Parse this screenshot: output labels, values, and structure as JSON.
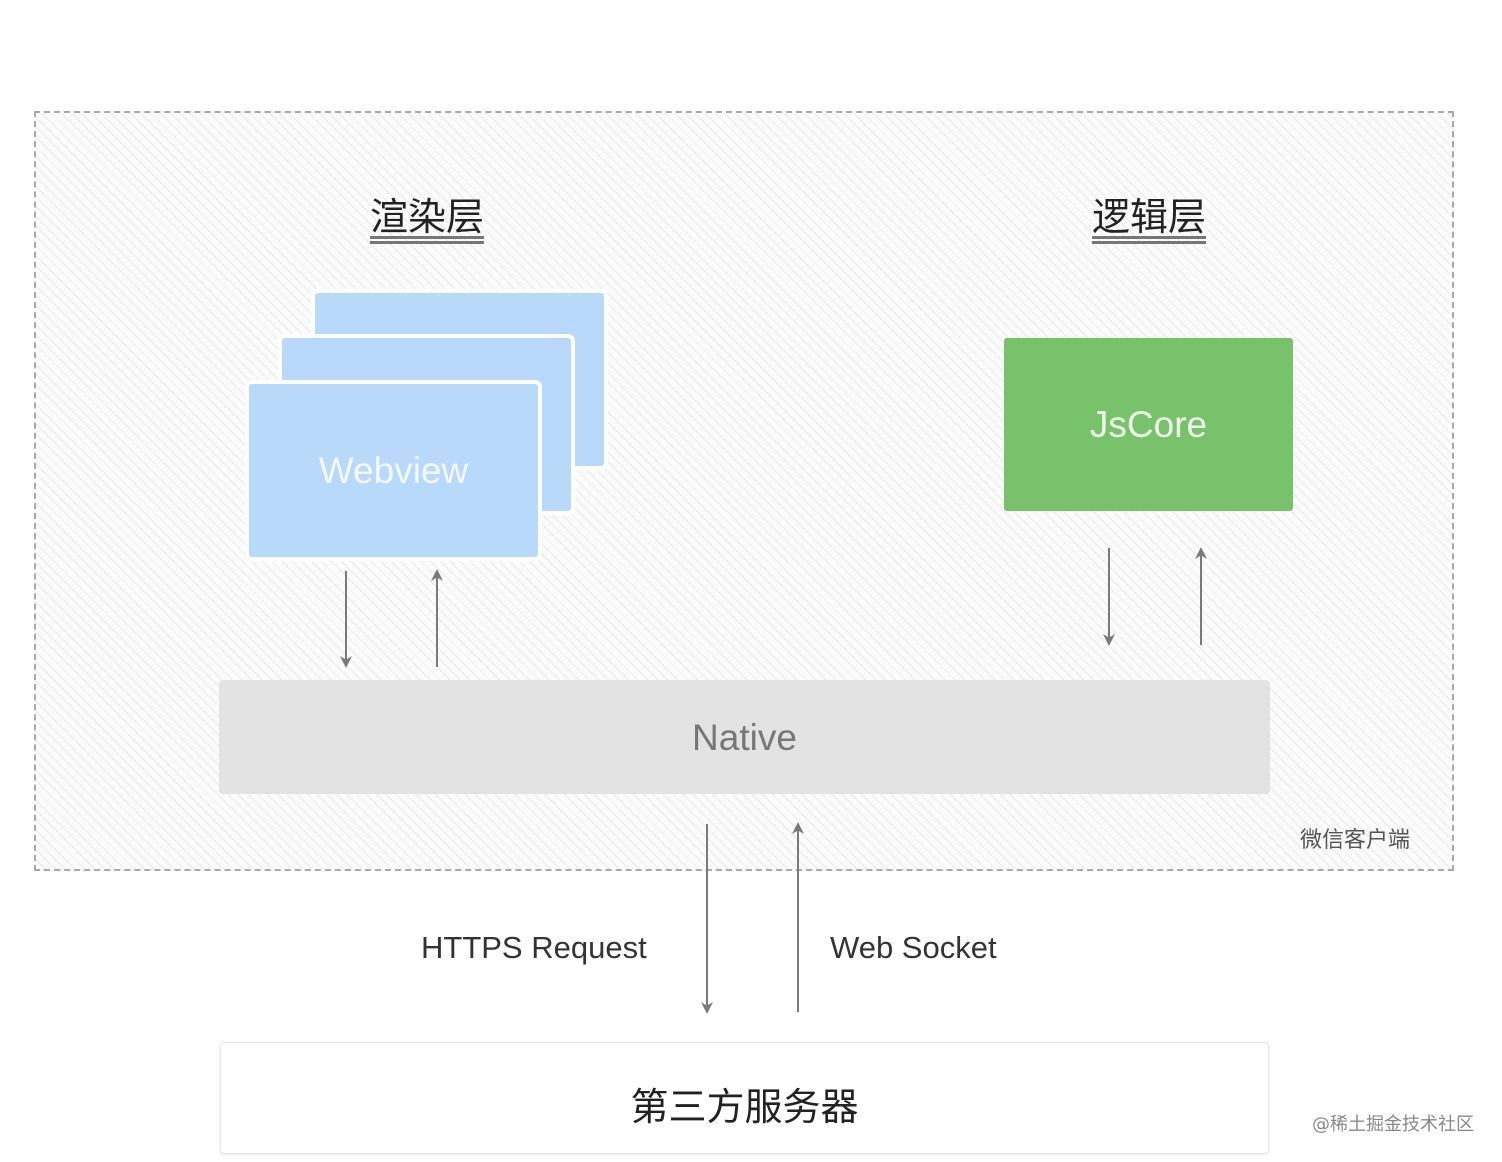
{
  "diagram": {
    "container_label": "微信客户端",
    "render_layer": {
      "title": "渲染层",
      "component": "Webview",
      "stack_count": 3,
      "color": "#b9d9fa"
    },
    "logic_layer": {
      "title": "逻辑层",
      "component": "JsCore",
      "color": "#78c26b"
    },
    "native": {
      "label": "Native",
      "color": "#e3e3e4"
    },
    "connections": {
      "request_label": "HTTPS Request",
      "socket_label": "Web Socket"
    },
    "server": {
      "label": "第三方服务器"
    },
    "arrow_color": "#7a7a7a"
  },
  "watermark": "@稀土掘金技术社区"
}
